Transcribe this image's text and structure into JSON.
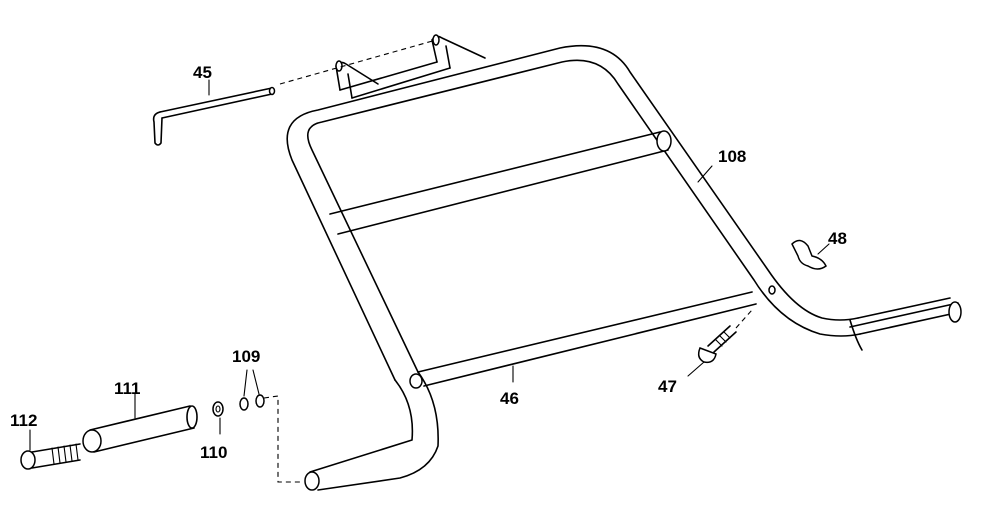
{
  "callouts": {
    "c45": "45",
    "c108": "108",
    "c48": "48",
    "c47": "47",
    "c46": "46",
    "c109": "109",
    "c111": "111",
    "c112": "112",
    "c110": "110"
  }
}
